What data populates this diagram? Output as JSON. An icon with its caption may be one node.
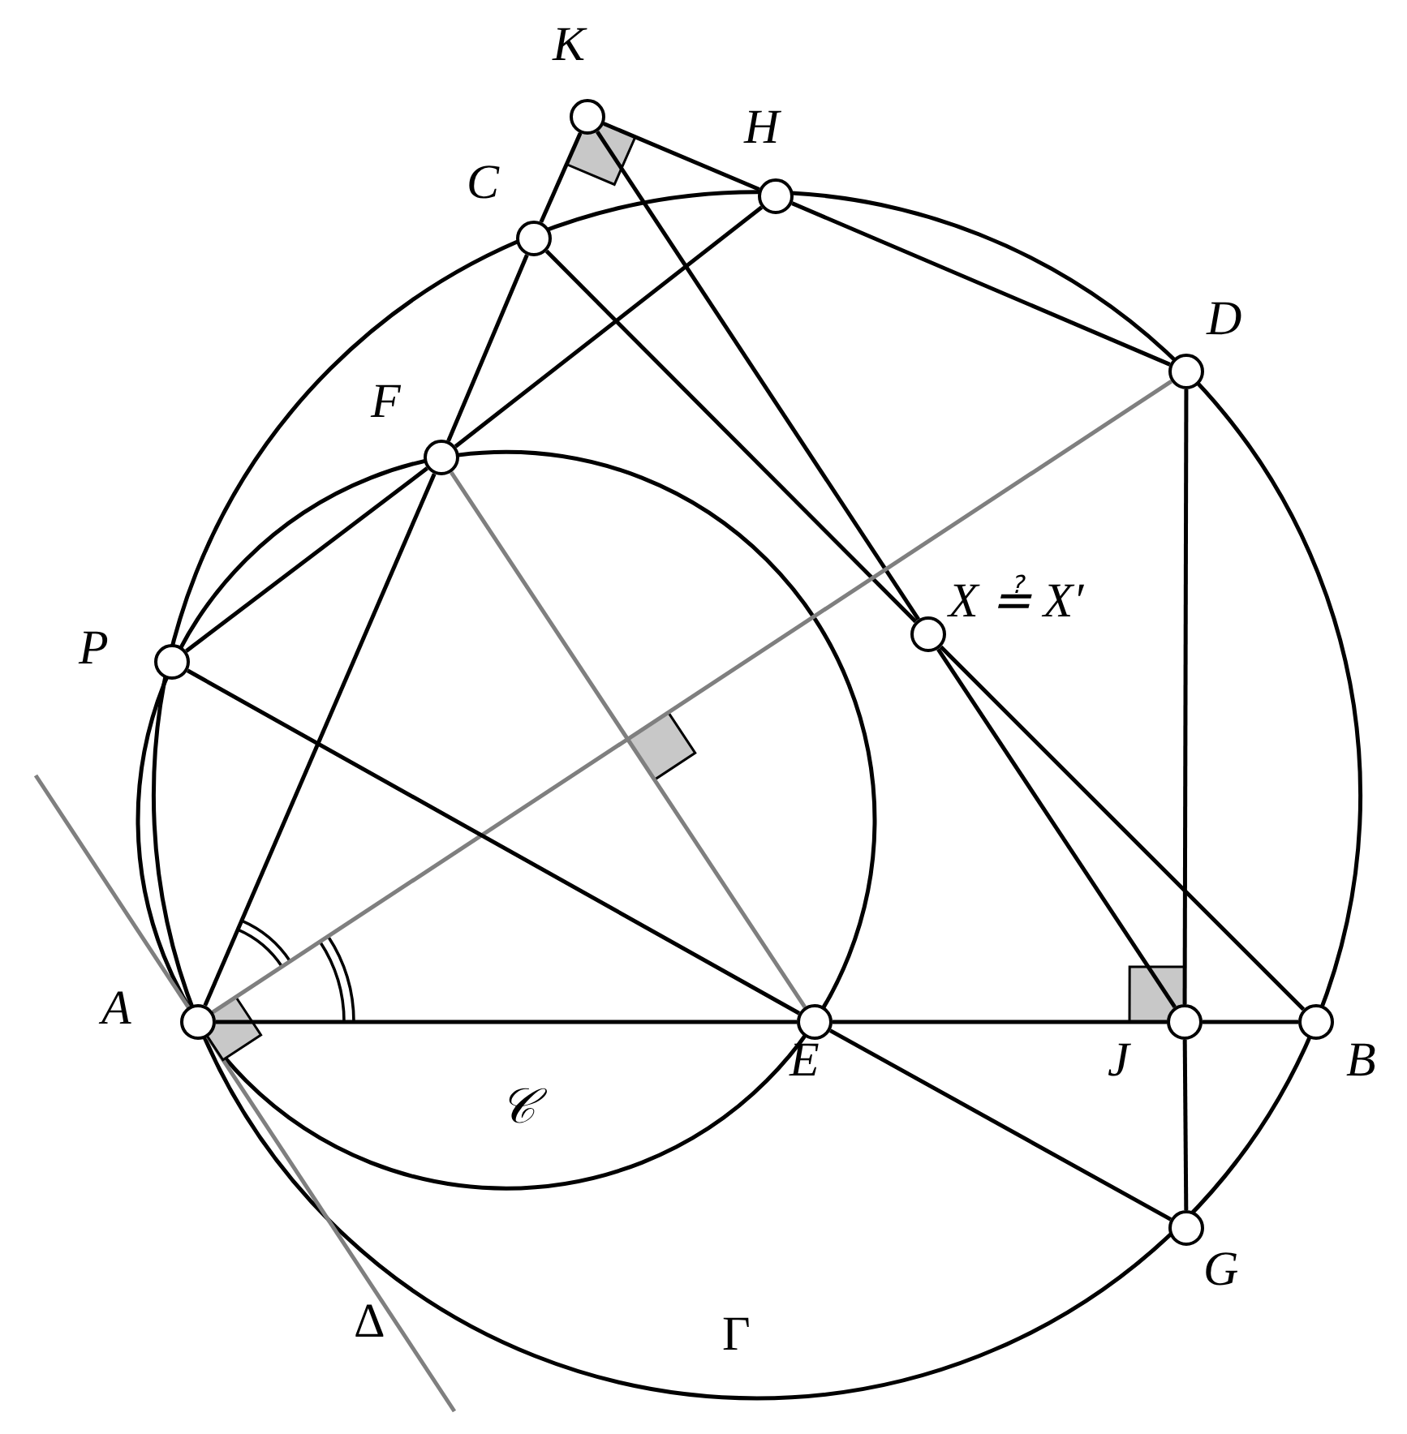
{
  "diagram": {
    "nodes": [
      {
        "text": [],
        "shape": "circle",
        "beside": [
          "K"
        ]
      },
      {
        "text": [],
        "shape": "circle",
        "beside": [
          "H"
        ]
      },
      {
        "text": [],
        "shape": "circle",
        "beside": [
          "C"
        ]
      },
      {
        "text": [],
        "shape": "circle",
        "beside": [
          "D"
        ]
      },
      {
        "text": [],
        "shape": "circle",
        "beside": [
          "F"
        ]
      },
      {
        "text": [],
        "shape": "circle",
        "beside": [
          "X ≟ X′"
        ]
      },
      {
        "text": [],
        "shape": "circle",
        "beside": [
          "P"
        ]
      },
      {
        "text": [],
        "shape": "circle",
        "beside": [
          "A"
        ]
      },
      {
        "text": [],
        "shape": "circle",
        "beside": [
          "E"
        ]
      },
      {
        "text": [],
        "shape": "circle",
        "beside": [
          "J"
        ]
      },
      {
        "text": [],
        "shape": "circle",
        "beside": [
          "B"
        ]
      },
      {
        "text": [],
        "shape": "circle",
        "beside": [
          "G"
        ]
      }
    ],
    "edges": [
      {
        "from": 0,
        "to": 1,
        "arrow": "none"
      },
      {
        "from": 0,
        "to": 2,
        "arrow": "none"
      },
      {
        "from": 2,
        "to": 4,
        "arrow": "none"
      },
      {
        "from": 4,
        "to": 7,
        "arrow": "none"
      },
      {
        "from": 2,
        "to": 5,
        "arrow": "none"
      },
      {
        "from": 5,
        "to": 10,
        "arrow": "none"
      },
      {
        "from": 0,
        "to": 5,
        "arrow": "none"
      },
      {
        "from": 5,
        "to": 9,
        "arrow": "none"
      },
      {
        "from": 1,
        "to": 3,
        "arrow": "none"
      },
      {
        "from": 1,
        "to": 4,
        "arrow": "none"
      },
      {
        "from": 3,
        "to": 9,
        "arrow": "none"
      },
      {
        "from": 9,
        "to": 11,
        "arrow": "none"
      },
      {
        "from": 7,
        "to": 3,
        "arrow": "none",
        "color": "#7f7f7f"
      },
      {
        "from": 4,
        "to": 8,
        "arrow": "none",
        "color": "#7f7f7f"
      },
      {
        "from": 6,
        "to": 4,
        "arrow": "none"
      },
      {
        "from": 6,
        "to": 8,
        "arrow": "none"
      },
      {
        "from": 7,
        "to": 8,
        "arrow": "none"
      },
      {
        "from": 8,
        "to": 9,
        "arrow": "none"
      },
      {
        "from": 9,
        "to": 10,
        "arrow": "none"
      },
      {
        "from": 8,
        "to": 11,
        "arrow": "none"
      }
    ],
    "labels": [
      "𝒞",
      "Δ",
      "Γ"
    ]
  }
}
